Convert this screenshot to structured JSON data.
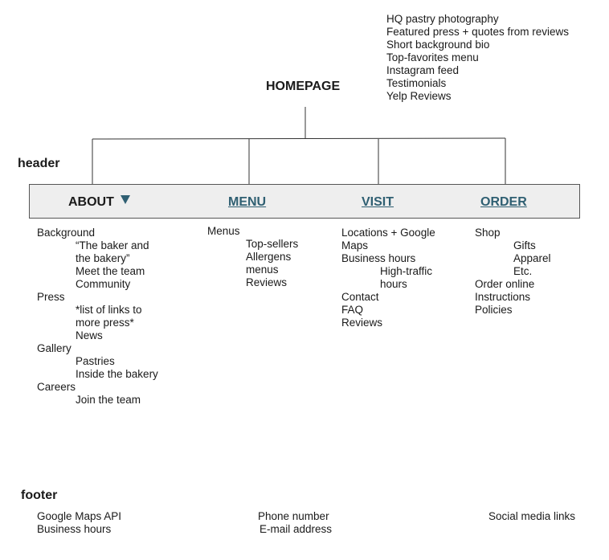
{
  "homepage": {
    "title": "HOMEPAGE",
    "items": [
      "HQ pastry photography",
      "Featured press + quotes from reviews",
      "Short background bio",
      "Top-favorites menu",
      "Instagram feed",
      "Testimonials",
      "Yelp Reviews"
    ]
  },
  "header": {
    "label": "header"
  },
  "nav": {
    "about": "ABOUT",
    "menu": "MENU",
    "visit": "VISIT",
    "order": "ORDER"
  },
  "about": {
    "background": "Background",
    "background_subs": [
      "“The baker and",
      "the bakery”",
      "Meet the team",
      "Community"
    ],
    "press": "Press",
    "press_subs": [
      "*list of links to",
      "more press*",
      "News"
    ],
    "gallery": "Gallery",
    "gallery_subs": [
      "Pastries",
      "Inside the bakery"
    ],
    "careers": "Careers",
    "careers_subs": [
      "Join the team"
    ]
  },
  "menu": {
    "menus": "Menus",
    "menus_subs": [
      "Top-sellers",
      "Allergens",
      "menus",
      "Reviews"
    ]
  },
  "visit": {
    "locations_1": "Locations + Google",
    "locations_2": "Maps",
    "business_hours": "Business hours",
    "hours_subs": [
      "High-traffic",
      "hours"
    ],
    "contact": "Contact",
    "faq": "FAQ",
    "reviews": "Reviews"
  },
  "order": {
    "shop": "Shop",
    "shop_subs": [
      "Gifts",
      "Apparel",
      "Etc."
    ],
    "order_online": "Order online",
    "instructions": "Instructions",
    "policies": "Policies"
  },
  "footer": {
    "label": "footer",
    "left": [
      "Google Maps API",
      "Business hours"
    ],
    "center": [
      "Phone number",
      "E-mail address"
    ],
    "right": [
      "Social media links"
    ]
  }
}
